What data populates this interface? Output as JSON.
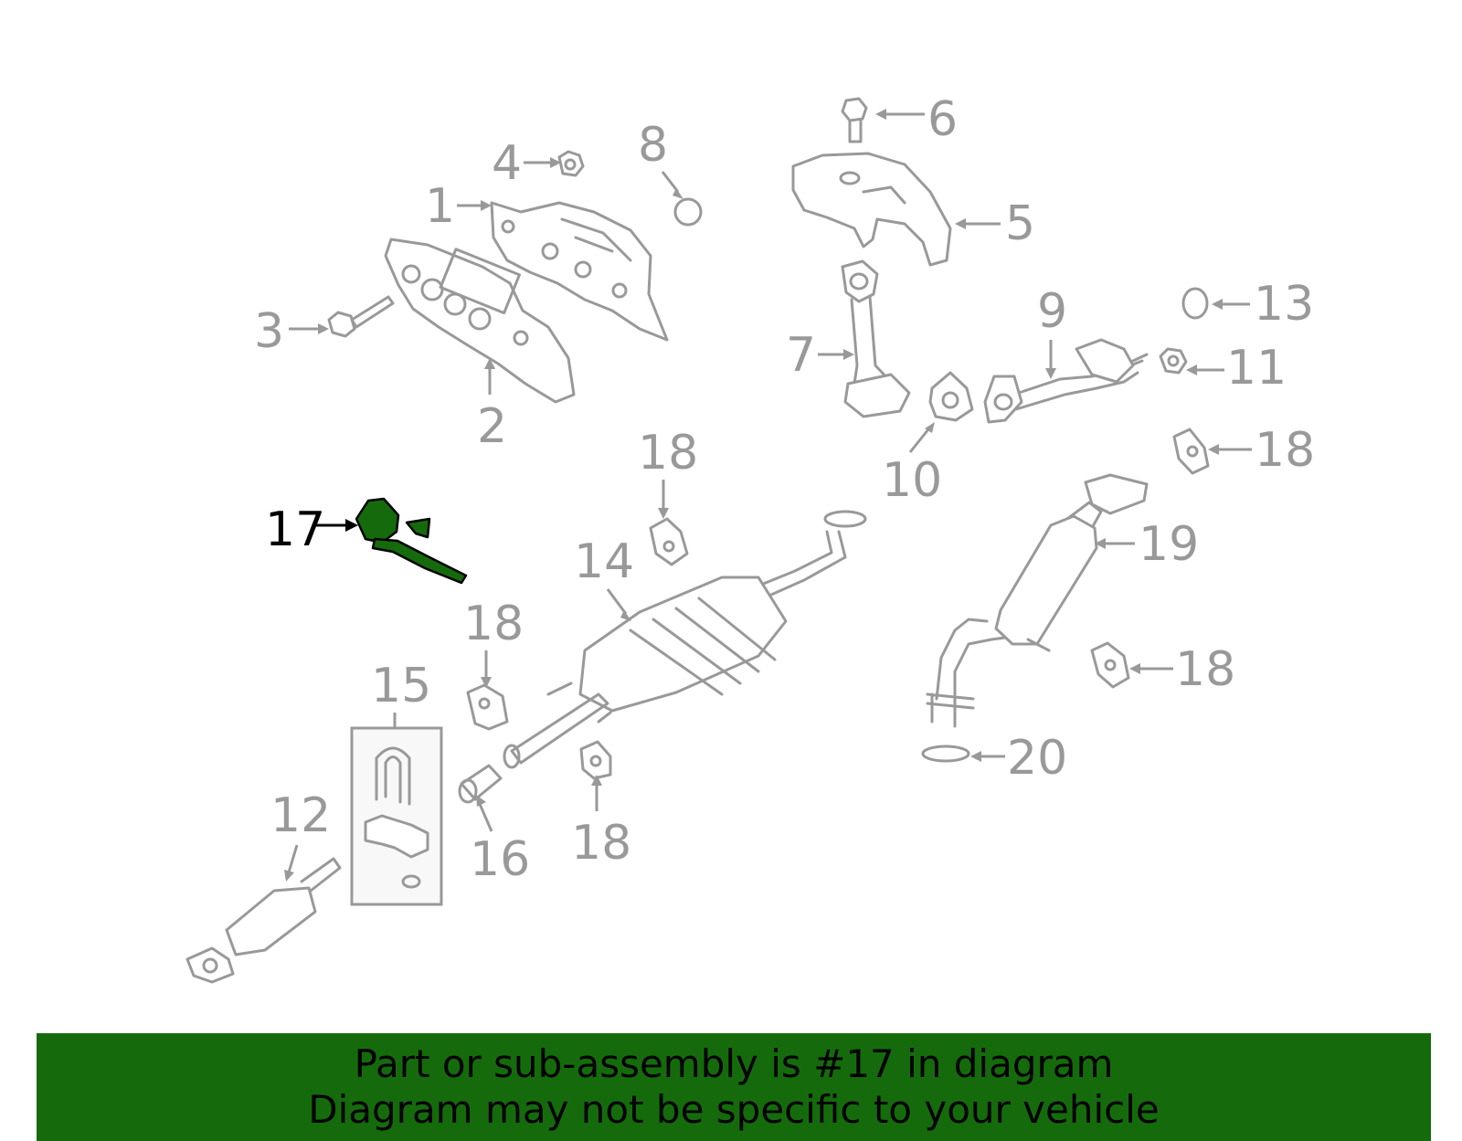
{
  "diagram": {
    "highlight_color": "#156b0c",
    "part_color": "#999999",
    "callouts": [
      {
        "id": "c1",
        "label": "1"
      },
      {
        "id": "c2",
        "label": "2"
      },
      {
        "id": "c3",
        "label": "3"
      },
      {
        "id": "c4",
        "label": "4"
      },
      {
        "id": "c5",
        "label": "5"
      },
      {
        "id": "c6",
        "label": "6"
      },
      {
        "id": "c7",
        "label": "7"
      },
      {
        "id": "c8",
        "label": "8"
      },
      {
        "id": "c9",
        "label": "9"
      },
      {
        "id": "c10",
        "label": "10"
      },
      {
        "id": "c11",
        "label": "11"
      },
      {
        "id": "c12",
        "label": "12"
      },
      {
        "id": "c13",
        "label": "13"
      },
      {
        "id": "c14",
        "label": "14"
      },
      {
        "id": "c15",
        "label": "15"
      },
      {
        "id": "c16",
        "label": "16"
      },
      {
        "id": "c17",
        "label": "17",
        "highlighted": true
      },
      {
        "id": "c18a",
        "label": "18"
      },
      {
        "id": "c18b",
        "label": "18"
      },
      {
        "id": "c18c",
        "label": "18"
      },
      {
        "id": "c18d",
        "label": "18"
      },
      {
        "id": "c18e",
        "label": "18"
      },
      {
        "id": "c19",
        "label": "19"
      },
      {
        "id": "c20",
        "label": "20"
      }
    ]
  },
  "banner": {
    "background": "#156b0c",
    "line1": "Part or sub-assembly is #17 in diagram",
    "line2": "Diagram may not be specific to your vehicle"
  }
}
